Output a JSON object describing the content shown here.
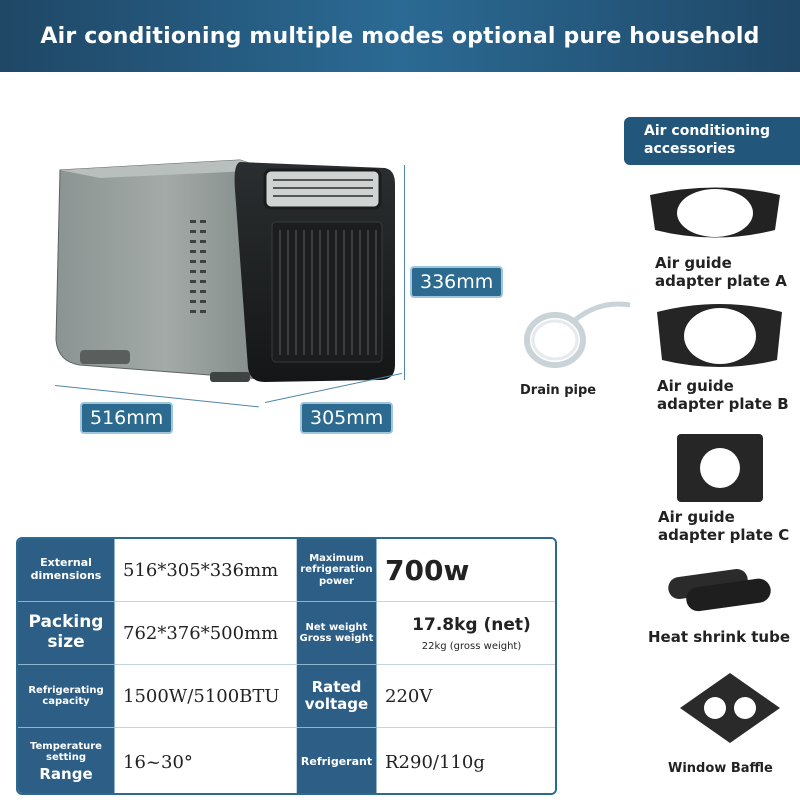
{
  "banner": {
    "title": "Air conditioning multiple modes optional pure household"
  },
  "dimensions": {
    "height": "336mm",
    "length": "516mm",
    "width": "305mm"
  },
  "accessories": {
    "header": "Air conditioning accessories",
    "drain_pipe": "Drain pipe",
    "plate_a": "Air guide adapter plate A",
    "plate_b": "Air guide adapter plate B",
    "plate_c": "Air guide adapter plate C",
    "heat_tube": "Heat shrink tube",
    "baffle": "Window Baffle"
  },
  "specs": {
    "external_dimensions": {
      "label": "External dimensions",
      "value": "516*305*336mm"
    },
    "max_refrigeration": {
      "label": "Maximum refrigeration power",
      "value": "700w"
    },
    "packing_size": {
      "label": "Packing size",
      "value": "762*376*500mm"
    },
    "weight": {
      "label": "Net weight Gross weight",
      "net": "17.8kg (net)",
      "gross": "22kg (gross weight)"
    },
    "refrigerating_capacity": {
      "label": "Refrigerating capacity",
      "value": "1500W/5100BTU"
    },
    "rated_voltage": {
      "label": "Rated voltage",
      "value": "220V"
    },
    "temperature": {
      "label_top": "Temperature setting",
      "label_bottom": "Range",
      "value": "16~30°"
    },
    "refrigerant": {
      "label": "Refrigerant",
      "value": "R290/110g"
    }
  },
  "colors": {
    "accent": "#2c6a8f",
    "banner": "#1f4766",
    "cell_header": "#2d5f86"
  }
}
